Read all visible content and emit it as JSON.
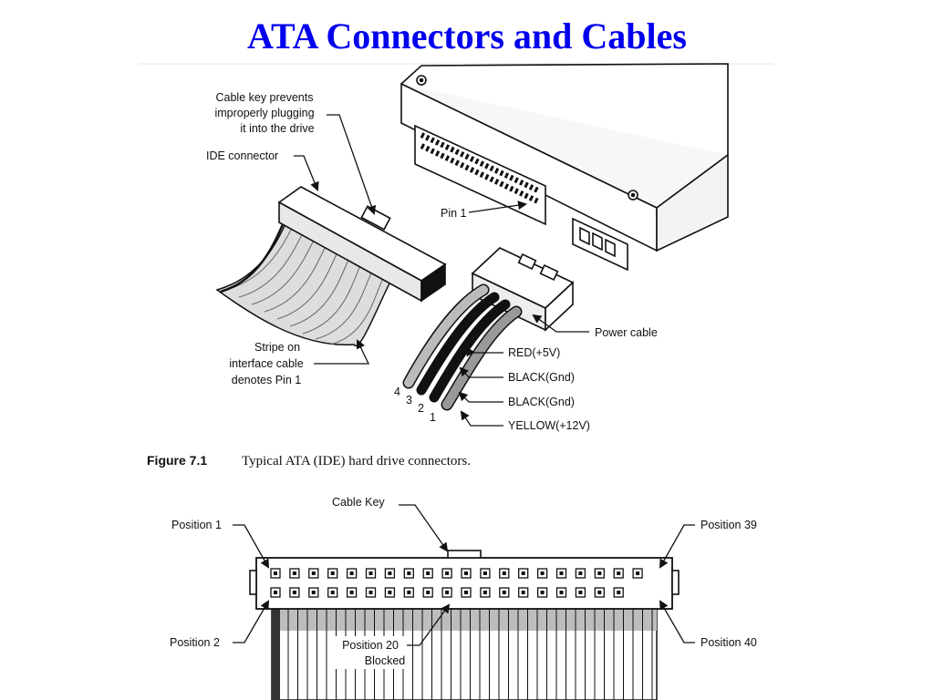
{
  "slide": {
    "title": "ATA Connectors and Cables"
  },
  "figure_top": {
    "labels": {
      "cable_key_line1": "Cable key prevents",
      "cable_key_line2": "improperly plugging",
      "cable_key_line3": "it into the drive",
      "ide_connector": "IDE connector",
      "pin1": "Pin 1",
      "power_cable": "Power cable",
      "stripe_line1": "Stripe on",
      "stripe_line2": "interface cable",
      "stripe_line3": "denotes Pin 1",
      "wire_red": "RED(+5V)",
      "wire_black1": "BLACK(Gnd)",
      "wire_black2": "BLACK(Gnd)",
      "wire_yellow": "YELLOW(+12V)",
      "num4": "4",
      "num3": "3",
      "num2": "2",
      "num1": "1"
    },
    "caption_label": "Figure 7.1",
    "caption_text": "Typical ATA (IDE) hard drive connectors."
  },
  "figure_bottom": {
    "labels": {
      "cable_key": "Cable Key",
      "position1": "Position 1",
      "position39": "Position 39",
      "position2": "Position 2",
      "position40": "Position 40",
      "position20_line1": "Position 20",
      "position20_line2": "Blocked"
    },
    "pins_per_row": 20,
    "blocked_pin": 20
  }
}
